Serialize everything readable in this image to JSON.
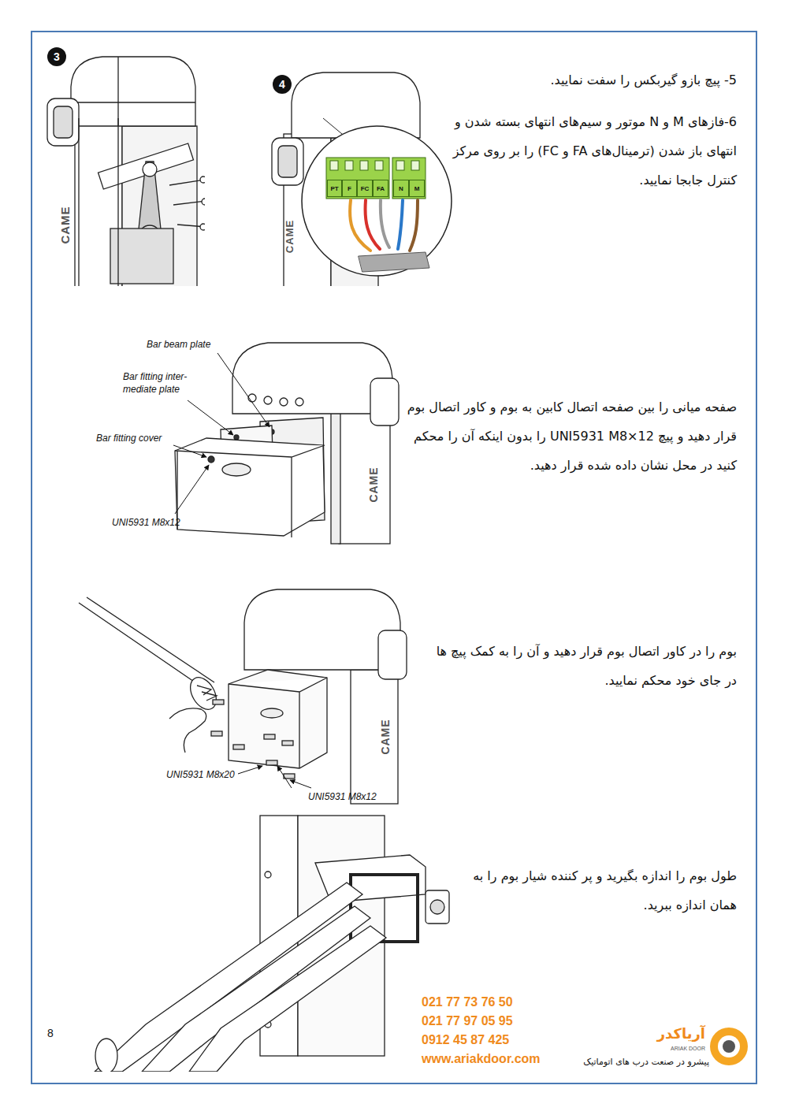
{
  "diagram": {
    "nodes": [
      {
        "text": [
          "3"
        ]
      },
      {
        "text": [
          "4"
        ]
      },
      {
        "text": [
          "PT"
        ]
      },
      {
        "text": [
          "F"
        ]
      },
      {
        "text": [
          "FC"
        ]
      },
      {
        "text": [
          "FA"
        ]
      },
      {
        "text": [
          "N"
        ]
      },
      {
        "text": [
          "M"
        ]
      }
    ],
    "labels": [
      "5- پیچ بازو گیربکس را سفت نمایید.",
      "6-فازهای M و N موتور و سیم‌های انتهای بسته شدن و انتهای باز شدن (ترمینال‌های FA و FC) را بر روی مرکز کنترل جابجا نمایید.",
      "CAME",
      "CAME",
      "Bar beam plate",
      "Bar fitting inter- mediate plate",
      "Bar fitting cover",
      "UNI5931 M8x12",
      "صفحه میانی را بین صفحه اتصال کابین به بوم و کاور اتصال بوم قرار دهید و پیچ UNI5931 M8×12 را بدون اینکه آن را محکم کنید در محل نشان داده شده قرار دهید.",
      "CAME",
      "بوم را در کاور اتصال بوم قرار دهید و آن را به کمک پیچ ها در جای خود محکم نمایید.",
      "UNI5931 M8x20",
      "UNI5931 M8x12",
      "CAME",
      "طول بوم را اندازه بگیرید و پر کننده شیار بوم را به همان اندازه ببرید.",
      "8",
      "021 77 73 76 50",
      "021 77 97 05 95",
      "0912 45 87 425",
      "www.ariakdoor.com",
      "آریاکدر",
      "ARIAK DOOR",
      "پیشرو در صنعت درب های اتوماتیک"
    ]
  }
}
